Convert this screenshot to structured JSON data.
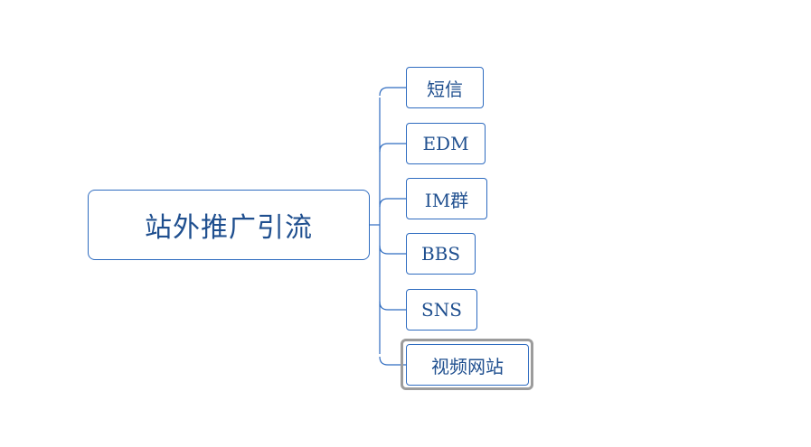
{
  "mindmap": {
    "root": {
      "label": "站外推广引流"
    },
    "children": [
      {
        "label": "短信"
      },
      {
        "label": "EDM"
      },
      {
        "label": "IM群"
      },
      {
        "label": "BBS"
      },
      {
        "label": "SNS"
      },
      {
        "label": "视频网站",
        "selected": true
      }
    ]
  },
  "colors": {
    "node_border": "#2f6cc0",
    "node_text": "#1f4f8f",
    "connector": "#2f6cc0",
    "selection_frame": "#9c9c9c",
    "background": "#ffffff"
  }
}
